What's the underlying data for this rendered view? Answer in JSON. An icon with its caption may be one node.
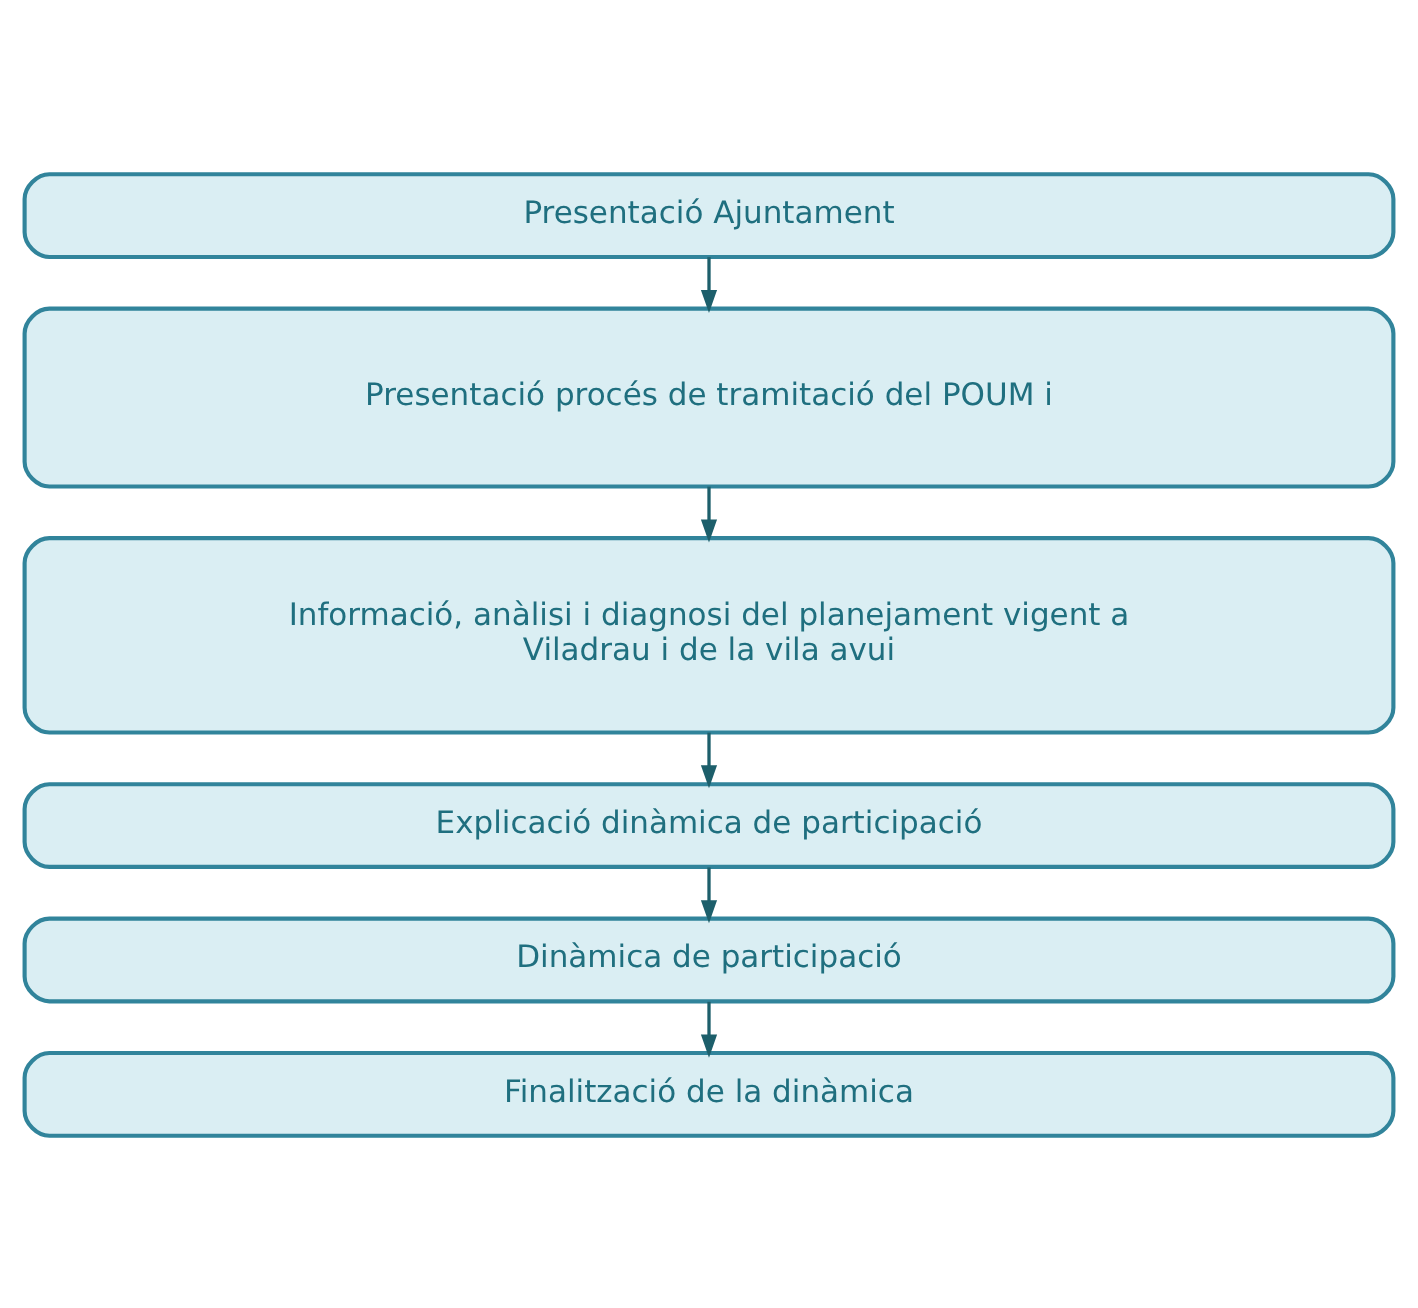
{
  "diagram": {
    "nodes": [
      {
        "text": [
          "Presentació Ajuntament"
        ]
      },
      {
        "text": [
          "Presentació procés de tramitació del POUM i"
        ]
      },
      {
        "text": [
          "Informació, anàlisi i diagnosi del planejament vigent a Viladrau i de la vila avui"
        ]
      },
      {
        "text": [
          "Explicació dinàmica de participació"
        ]
      },
      {
        "text": [
          "Dinàmica de participació"
        ]
      },
      {
        "text": [
          "Finalització de la dinàmica"
        ]
      }
    ],
    "edges": [
      {
        "from": 0,
        "to": 1,
        "arrow": "to"
      },
      {
        "from": 1,
        "to": 2,
        "arrow": "to"
      },
      {
        "from": 2,
        "to": 3,
        "arrow": "to"
      },
      {
        "from": 3,
        "to": 4,
        "arrow": "to"
      },
      {
        "from": 4,
        "to": 5,
        "arrow": "to"
      }
    ]
  }
}
